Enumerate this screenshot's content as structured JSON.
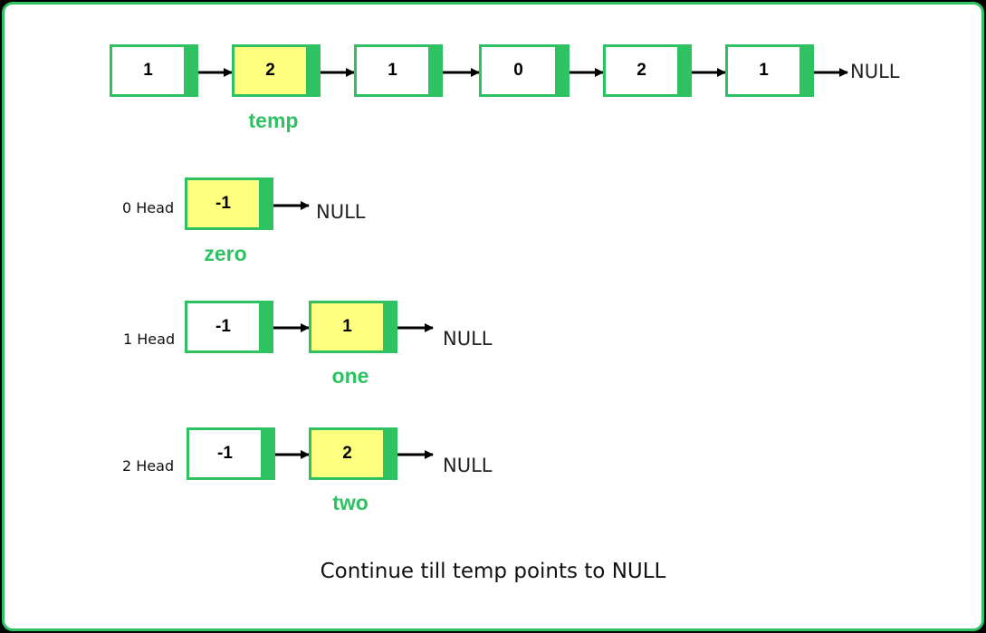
{
  "main_list": {
    "nodes": [
      "1",
      "2",
      "1",
      "0",
      "2",
      "1"
    ],
    "null_label": "NULL",
    "pointer_label": "temp"
  },
  "zero_list": {
    "head_label": "0 Head",
    "nodes": [
      "-1"
    ],
    "null_label": "NULL",
    "pointer_label": "zero"
  },
  "one_list": {
    "head_label": "1 Head",
    "nodes": [
      "-1",
      "1"
    ],
    "null_label": "NULL",
    "pointer_label": "one"
  },
  "two_list": {
    "head_label": "2 Head",
    "nodes": [
      "-1",
      "2"
    ],
    "null_label": "NULL",
    "pointer_label": "two"
  },
  "caption": "Continue till temp points to NULL",
  "colors": {
    "accent_green": "#2fc263",
    "highlight_yellow": "#ffff80"
  }
}
